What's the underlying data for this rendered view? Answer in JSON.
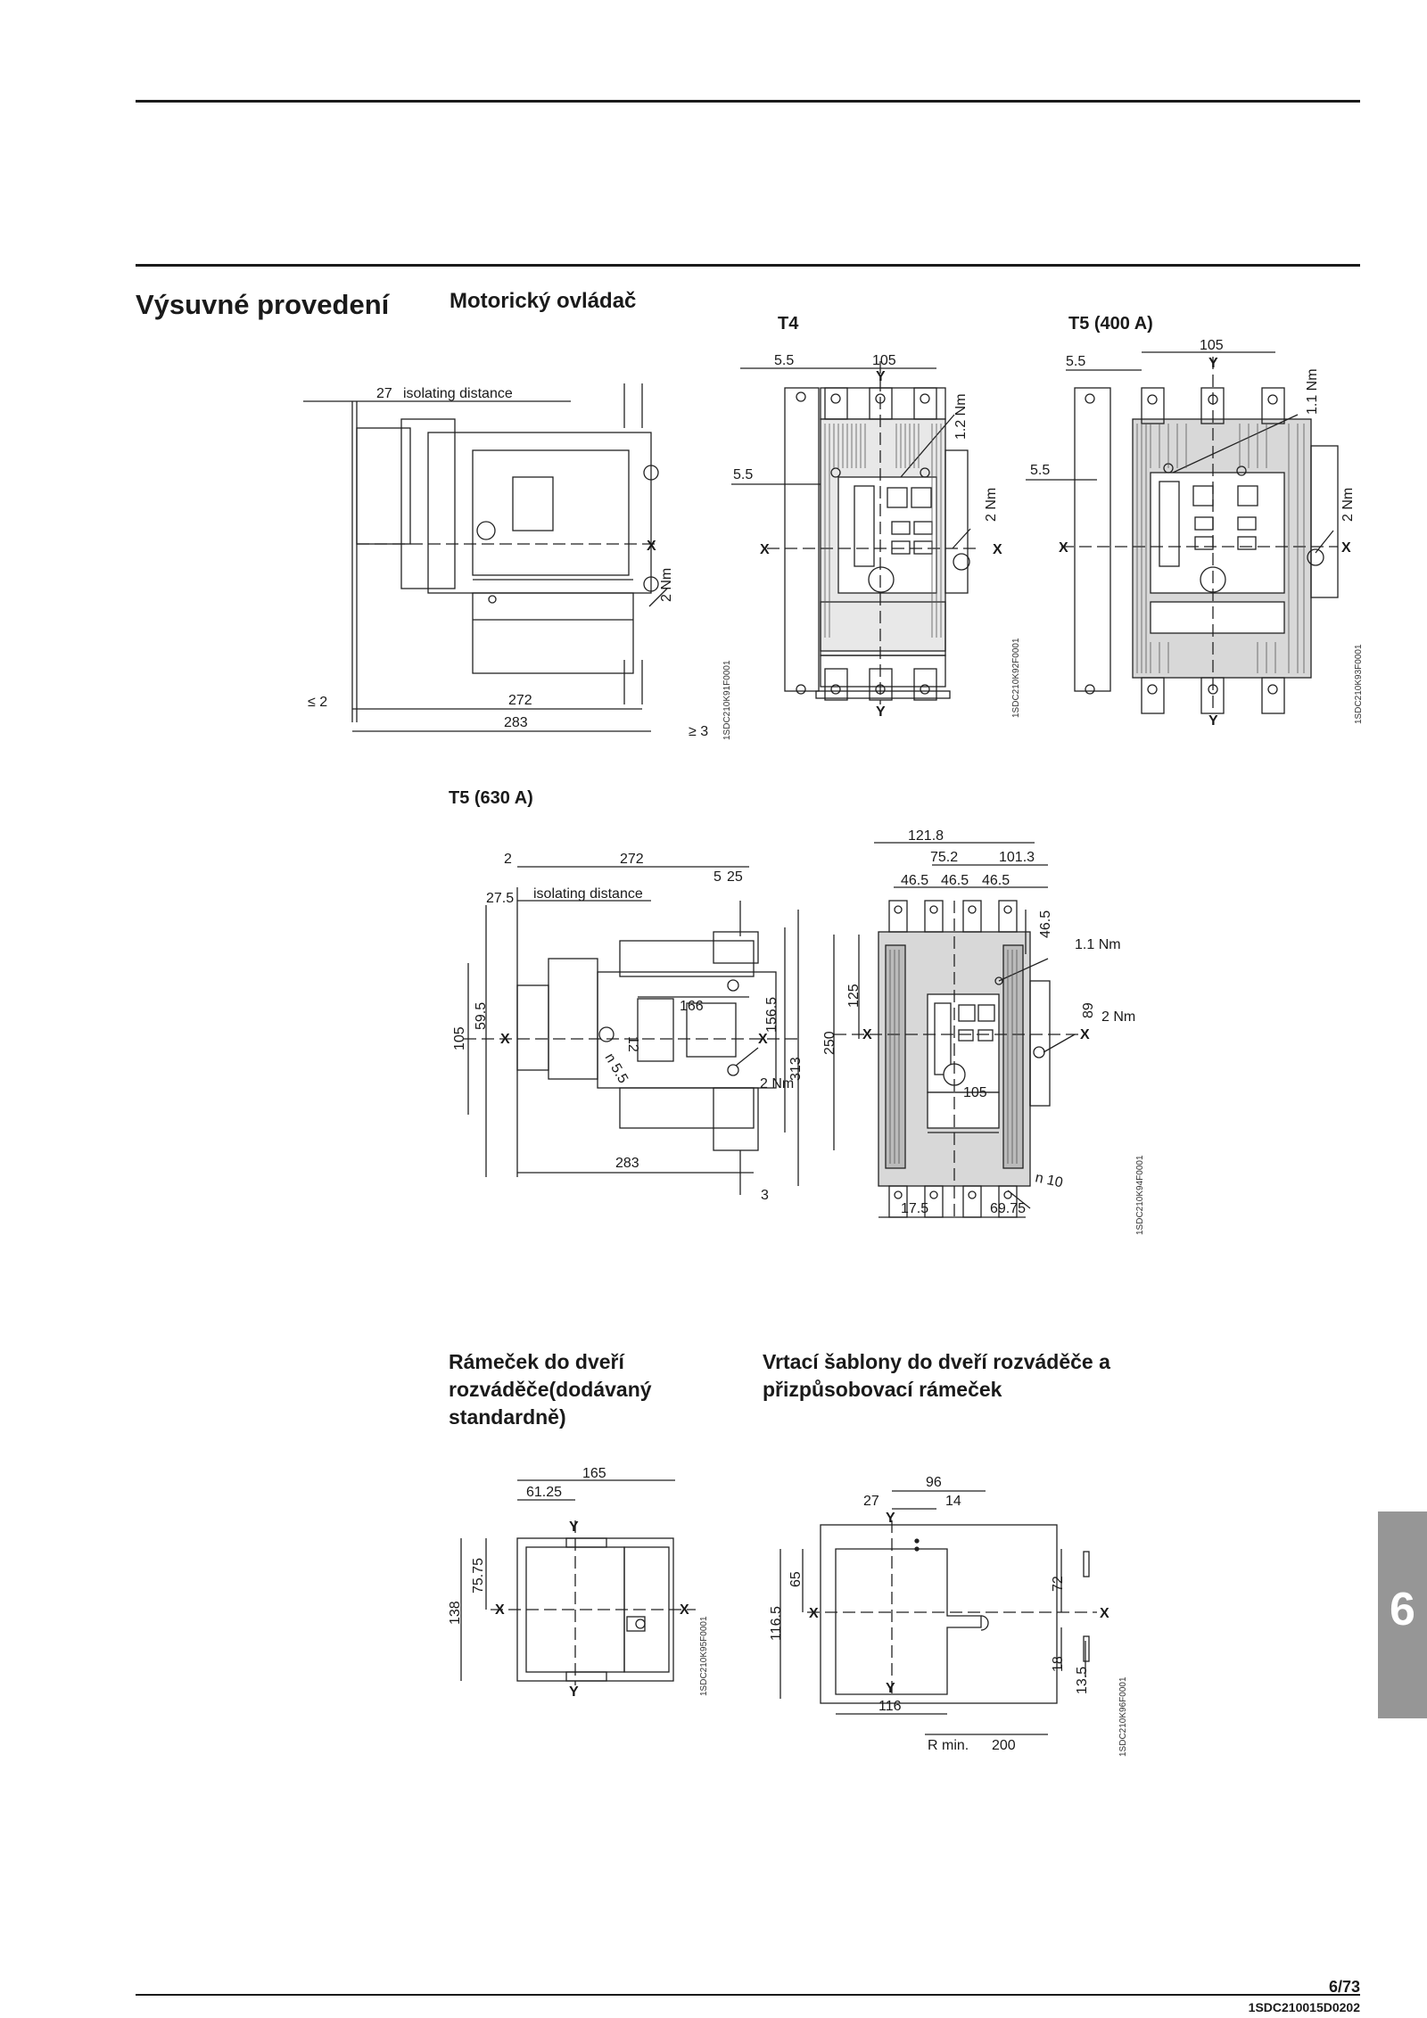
{
  "header": {
    "section_title": "Výsuvné provedení",
    "subsection_title": "Motorický ovládač"
  },
  "figures": {
    "side_view_1": {
      "isolating_label": "isolating distance",
      "dim_27": "27",
      "dim_272": "272",
      "dim_283": "283",
      "dim_le2": "≤ 2",
      "dim_ge3": "≥ 3",
      "torque": "2 Nm",
      "axis_x": "X",
      "code": "1SDC210K91F0001"
    },
    "t4": {
      "label": "T4",
      "dim_5_5_top": "5.5",
      "dim_105": "105",
      "dim_5_5_mid": "5.5",
      "torque_1": "1.2 Nm",
      "torque_2": "2 Nm",
      "axis_x": "X",
      "axis_y": "Y",
      "code": "1SDC210K92F0001"
    },
    "t5_400": {
      "label": "T5 (400 A)",
      "dim_5_5_top": "5.5",
      "dim_105": "105",
      "dim_5_5_mid": "5.5",
      "torque_1": "1.1 Nm",
      "torque_2": "2 Nm",
      "axis_x": "X",
      "axis_y": "Y",
      "code": "1SDC210K93F0001"
    },
    "t5_630_label": "T5 (630 A)",
    "side_view_2": {
      "dim_2": "2",
      "dim_272": "272",
      "dim_5": "5",
      "dim_25": "25",
      "dim_27_5": "27.5",
      "isolating_label": "isolating distance",
      "dim_105": "105",
      "dim_59_5": "59.5",
      "dim_166": "166",
      "dim_156_5": "156.5",
      "dim_313": "313",
      "dim_12": "12",
      "dim_r5_5": "n 5.5",
      "torque": "2 Nm",
      "dim_283": "283",
      "dim_3": "3",
      "axis_x": "X"
    },
    "front_630": {
      "dim_121_8": "121.8",
      "dim_75_2": "75.2",
      "dim_101_3": "101.3",
      "dim_46_5a": "46.5",
      "dim_46_5b": "46.5",
      "dim_46_5c": "46.5",
      "dim_46_5d": "46.5",
      "torque_1": "1.1 Nm",
      "torque_2": "2 Nm",
      "dim_125": "125",
      "dim_250": "250",
      "dim_89": "89",
      "dim_105": "105",
      "dim_n10": "n 10",
      "dim_17_5": "17.5",
      "dim_69_75": "69.75",
      "axis_x": "X",
      "code": "1SDC210K94F0001"
    },
    "frame_title": "Rámeček do dveří rozváděče(dodávaný standardně)",
    "frame": {
      "dim_165": "165",
      "dim_61_25": "61.25",
      "dim_138": "138",
      "dim_75_75": "75.75",
      "axis_x": "X",
      "axis_y": "Y",
      "code": "1SDC210K95F0001"
    },
    "drill_title": "Vrtací šablony do dveří rozváděče a přizpůsobovací rámeček",
    "drill": {
      "dim_96": "96",
      "dim_27": "27",
      "dim_14": "14",
      "dim_116_5": "116.5",
      "dim_65": "65",
      "dim_72": "72",
      "dim_18": "18",
      "dim_13_5": "13.5",
      "dim_116": "116",
      "r_min": "R min.",
      "dim_200": "200",
      "axis_x": "X",
      "axis_y": "Y",
      "code": "1SDC210K96F0001"
    }
  },
  "side_tab": "6",
  "footer": {
    "page": "6/73",
    "doc_code": "1SDC210015D0202"
  }
}
